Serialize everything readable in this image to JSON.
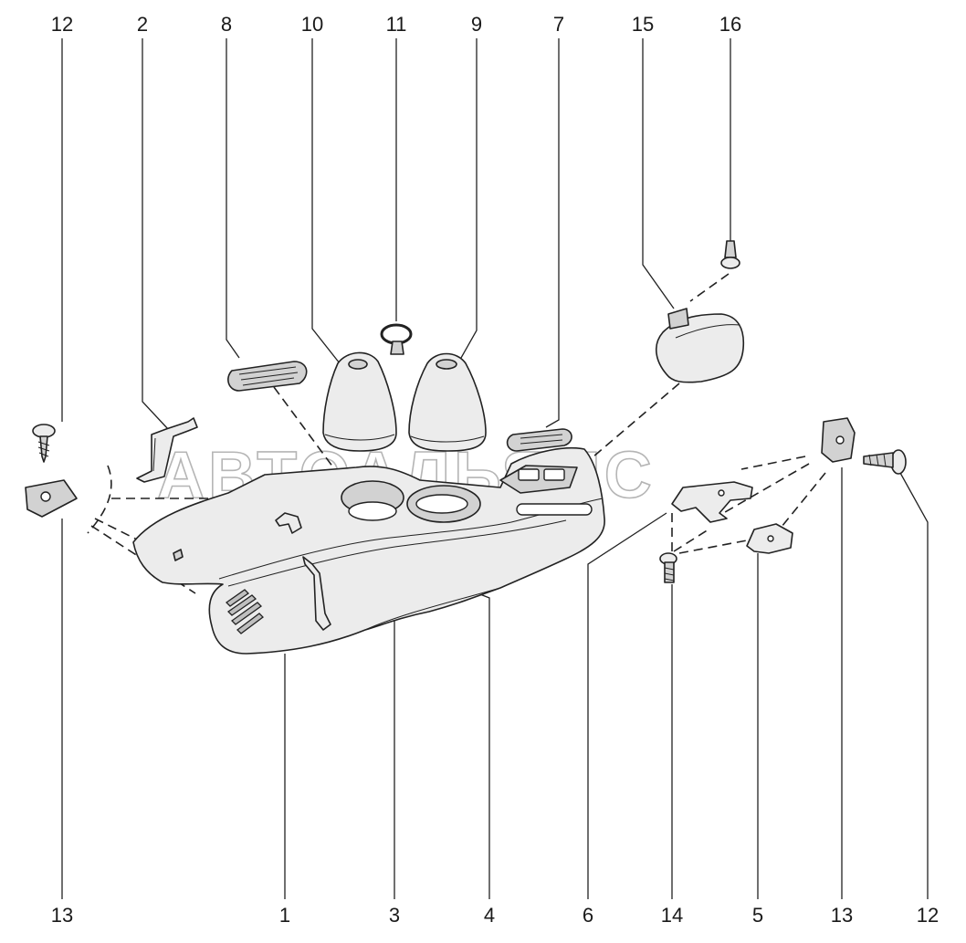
{
  "watermark": "АВТОАЛЬЯНС",
  "callouts": {
    "top": [
      "12",
      "2",
      "8",
      "10",
      "11",
      "9",
      "7",
      "15",
      "16"
    ],
    "bottom": [
      "13",
      "1",
      "3",
      "4",
      "6",
      "14",
      "5",
      "13",
      "12"
    ]
  }
}
